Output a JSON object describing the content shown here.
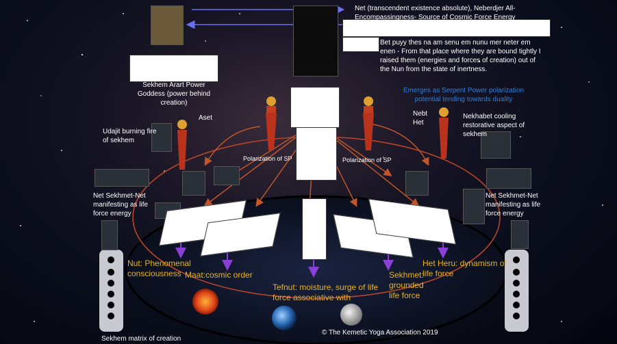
{
  "labels": {
    "net_title": "Net (transcendent existence absolute), Neberdjer All-Encompassingness- Source of Cosmic Force Energy",
    "bet_puyy": "Bet puyy thes na am senu em nunu mer neter em enen - From that place where they are bound tightly I raised them (energies and forces of creation) out of the Nun from the state of inertness.",
    "emerges": "Emerges as Serpent Power polarization potential  tending towards duality",
    "sekhem_arart": "Sekhem Arart Power Goddess (power behind creation)",
    "aset": "Aset",
    "nebt_het": "Nebt Het",
    "nekhabet": "Nekhabet cooling restorative aspect of sekhem",
    "udajit": "Udajit burning fire of sekhem",
    "polarization_left": "Polarization of SP",
    "polarization_right": "Polarization of SP",
    "sekhmet_net_left": "Net Sekhmet-Net manifesting as life force energy",
    "sekhmet_net_right": "Net Sekhmet-Net manifesting as life force energy",
    "nut": "Nut: Phenomenal consciousness",
    "maat": "Maat:cosmic order",
    "tefnut": "Tefnut: moisture, surge of life force associative with",
    "sekhmet": "Sekhmet: grounded life force",
    "het_heru": "Het Heru: dynamism of life force",
    "matrix": "Sekhem matrix of creation",
    "copyright": "© The Kemetic Yoga Association  2019"
  },
  "colors": {
    "gold_text": "#e8b421",
    "blue_text": "#2f7fd8",
    "ring": "#b8452a",
    "arrow_purple": "#8a3fd6",
    "arrow_blue": "#6a6ff0",
    "arrow_orange": "#c0562a"
  }
}
